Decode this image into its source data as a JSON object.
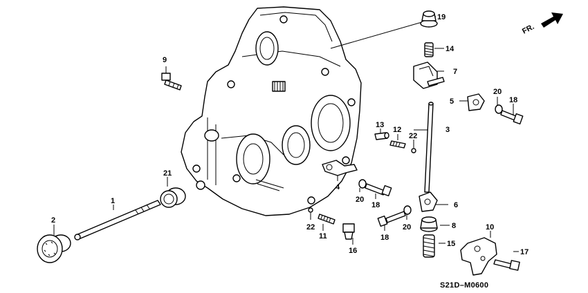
{
  "diagram": {
    "code": "S21D–M0600",
    "direction_label": "FR.",
    "part_labels": [
      "1",
      "2",
      "3",
      "4",
      "5",
      "6",
      "7",
      "8",
      "9",
      "10",
      "11",
      "12",
      "13",
      "14",
      "15",
      "16",
      "17",
      "18",
      "18",
      "18",
      "19",
      "20",
      "20",
      "20",
      "21",
      "22",
      "22"
    ]
  }
}
